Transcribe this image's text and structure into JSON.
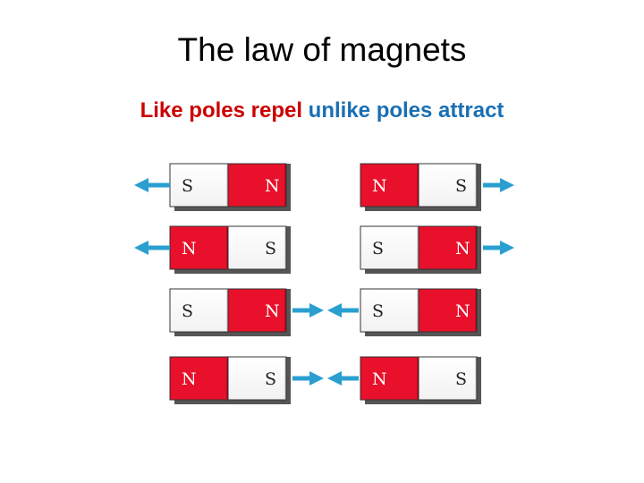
{
  "title": "The law of magnets",
  "subtitle": {
    "like_text": "Like poles repel",
    "unlike_text": "unlike poles attract"
  },
  "colors": {
    "north": "#e8102a",
    "south": "#ffffff",
    "arrow": "#2a9fd0",
    "like_text": "#cc0000",
    "unlike_text": "#1a6fb3"
  },
  "rows": [
    {
      "left_magnet": [
        "S",
        "N"
      ],
      "right_magnet": [
        "N",
        "S"
      ],
      "arrows": "outward"
    },
    {
      "left_magnet": [
        "N",
        "S"
      ],
      "right_magnet": [
        "S",
        "N"
      ],
      "arrows": "outward"
    },
    {
      "left_magnet": [
        "S",
        "N"
      ],
      "right_magnet": [
        "S",
        "N"
      ],
      "arrows": "inward"
    },
    {
      "left_magnet": [
        "N",
        "S"
      ],
      "right_magnet": [
        "N",
        "S"
      ],
      "arrows": "inward"
    }
  ]
}
